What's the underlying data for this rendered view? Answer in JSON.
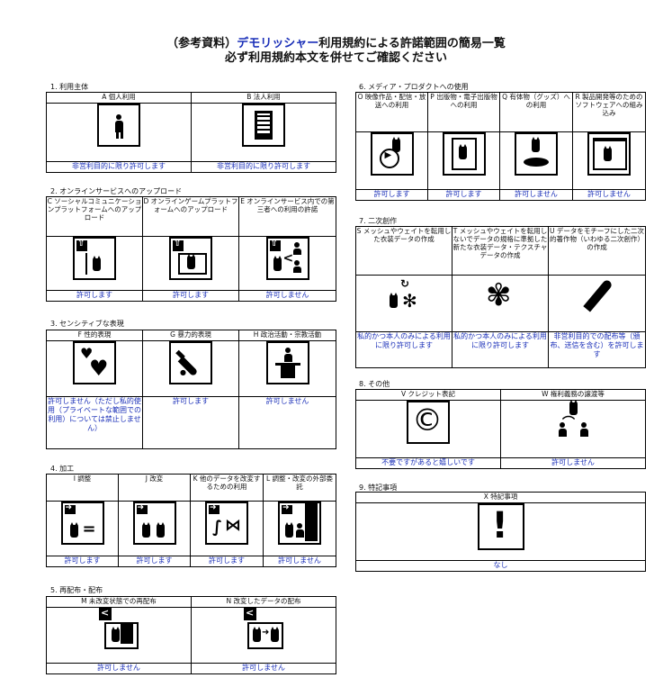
{
  "title": {
    "line1_prefix": "（参考資料）",
    "line1_brand": "デモリッシャー",
    "line1_suffix": "利用規約による許諾範囲の簡易一覧",
    "line2": "必ず利用規約本文を併せてご確認ください",
    "brand_color": "#1a2fb8"
  },
  "sections": {
    "s1": {
      "title": "1. 利用主体",
      "cols": [
        {
          "header": "A 個人利用",
          "icon": "person-icon",
          "result": "非営利目的に限り許可します"
        },
        {
          "header": "B 法人利用",
          "icon": "building-icon",
          "result": "非営利目的に限り許可します"
        }
      ]
    },
    "s2": {
      "title": "2. オンラインサービスへのアップロード",
      "cols": [
        {
          "header": "C ソーシャルコミュニケーションプラットフォームへのアップロード",
          "icon": "upload-social-icon",
          "result": "許可します"
        },
        {
          "header": "D オンラインゲームプラットフォームへのアップロード",
          "icon": "upload-game-icon",
          "result": "許可します"
        },
        {
          "header": "E オンラインサービス内での第三者への利用の許諾",
          "icon": "share-third-party-icon",
          "result": "許可しません"
        }
      ]
    },
    "s3": {
      "title": "3. センシティブな表現",
      "cols": [
        {
          "header": "F 性的表現",
          "icon": "hearts-icon",
          "result": "許可しません（ただし私的使用（プライベートな範囲での利用）については禁止しません）"
        },
        {
          "header": "G 暴力的表現",
          "icon": "knife-icon",
          "result": "許可します"
        },
        {
          "header": "H 政治活動・宗教活動",
          "icon": "podium-icon",
          "result": "許可しません"
        }
      ]
    },
    "s4": {
      "title": "4. 加工",
      "cols": [
        {
          "header": "I 調整",
          "icon": "adjust-icon",
          "result": "許可します"
        },
        {
          "header": "J 改変",
          "icon": "modify-icon",
          "result": "許可します"
        },
        {
          "header": "K 他のデータを改変するための利用",
          "icon": "modify-other-icon",
          "result": "許可します"
        },
        {
          "header": "L 調整・改変の外部委託",
          "icon": "outsource-icon",
          "result": "許可しません"
        }
      ]
    },
    "s5": {
      "title": "5. 再配布・配布",
      "cols": [
        {
          "header": "M 未改変状態での再配布",
          "icon": "redistribute-icon",
          "result": "許可しません"
        },
        {
          "header": "N 改変したデータの配布",
          "icon": "distribute-modified-icon",
          "result": "許可しません"
        }
      ]
    },
    "s6": {
      "title": "6. メディア・プロダクトへの使用",
      "cols": [
        {
          "header": "O 映像作品・配信・放送への利用",
          "icon": "video-icon",
          "result": "許可します"
        },
        {
          "header": "P 出版物・電子出版物への利用",
          "icon": "book-icon",
          "result": "許可します"
        },
        {
          "header": "Q 有体物（グッズ）への利用",
          "icon": "figure-icon",
          "result": "許可しません"
        },
        {
          "header": "R 製品開発等のためのソフトウェアへの組み込み",
          "icon": "software-icon",
          "result": "許可しません"
        }
      ]
    },
    "s7": {
      "title": "7. 二次創作",
      "cols": [
        {
          "header": "S メッシュやウェイトを転用した衣装データの作成",
          "icon": "costume-icon",
          "result": "私的かつ本人のみによる利用に限り許可します"
        },
        {
          "header": "T メッシュやウェイトを転用しないでデータの規格に準拠した新たな衣装データ・テクスチャデータの作成",
          "icon": "cloth-icon",
          "result": "私的かつ本人のみによる利用に限り許可します"
        },
        {
          "header": "U データをモチーフにした二次的著作物（いわゆる二次創作）の作成",
          "icon": "pen-icon",
          "result": "非営利目的での配布等（頒布、送信を含む）を許可します"
        }
      ]
    },
    "s8": {
      "title": "8. その他",
      "cols": [
        {
          "header": "V クレジット表記",
          "icon": "copyright-icon",
          "result": "不要ですがあると嬉しいです"
        },
        {
          "header": "W 権利義務の譲渡等",
          "icon": "transfer-icon",
          "result": "許可しません"
        }
      ]
    },
    "s9": {
      "title": "9. 特記事項",
      "cols": [
        {
          "header": "X 特記事項",
          "icon": "exclamation-icon",
          "result": "なし"
        }
      ]
    }
  }
}
